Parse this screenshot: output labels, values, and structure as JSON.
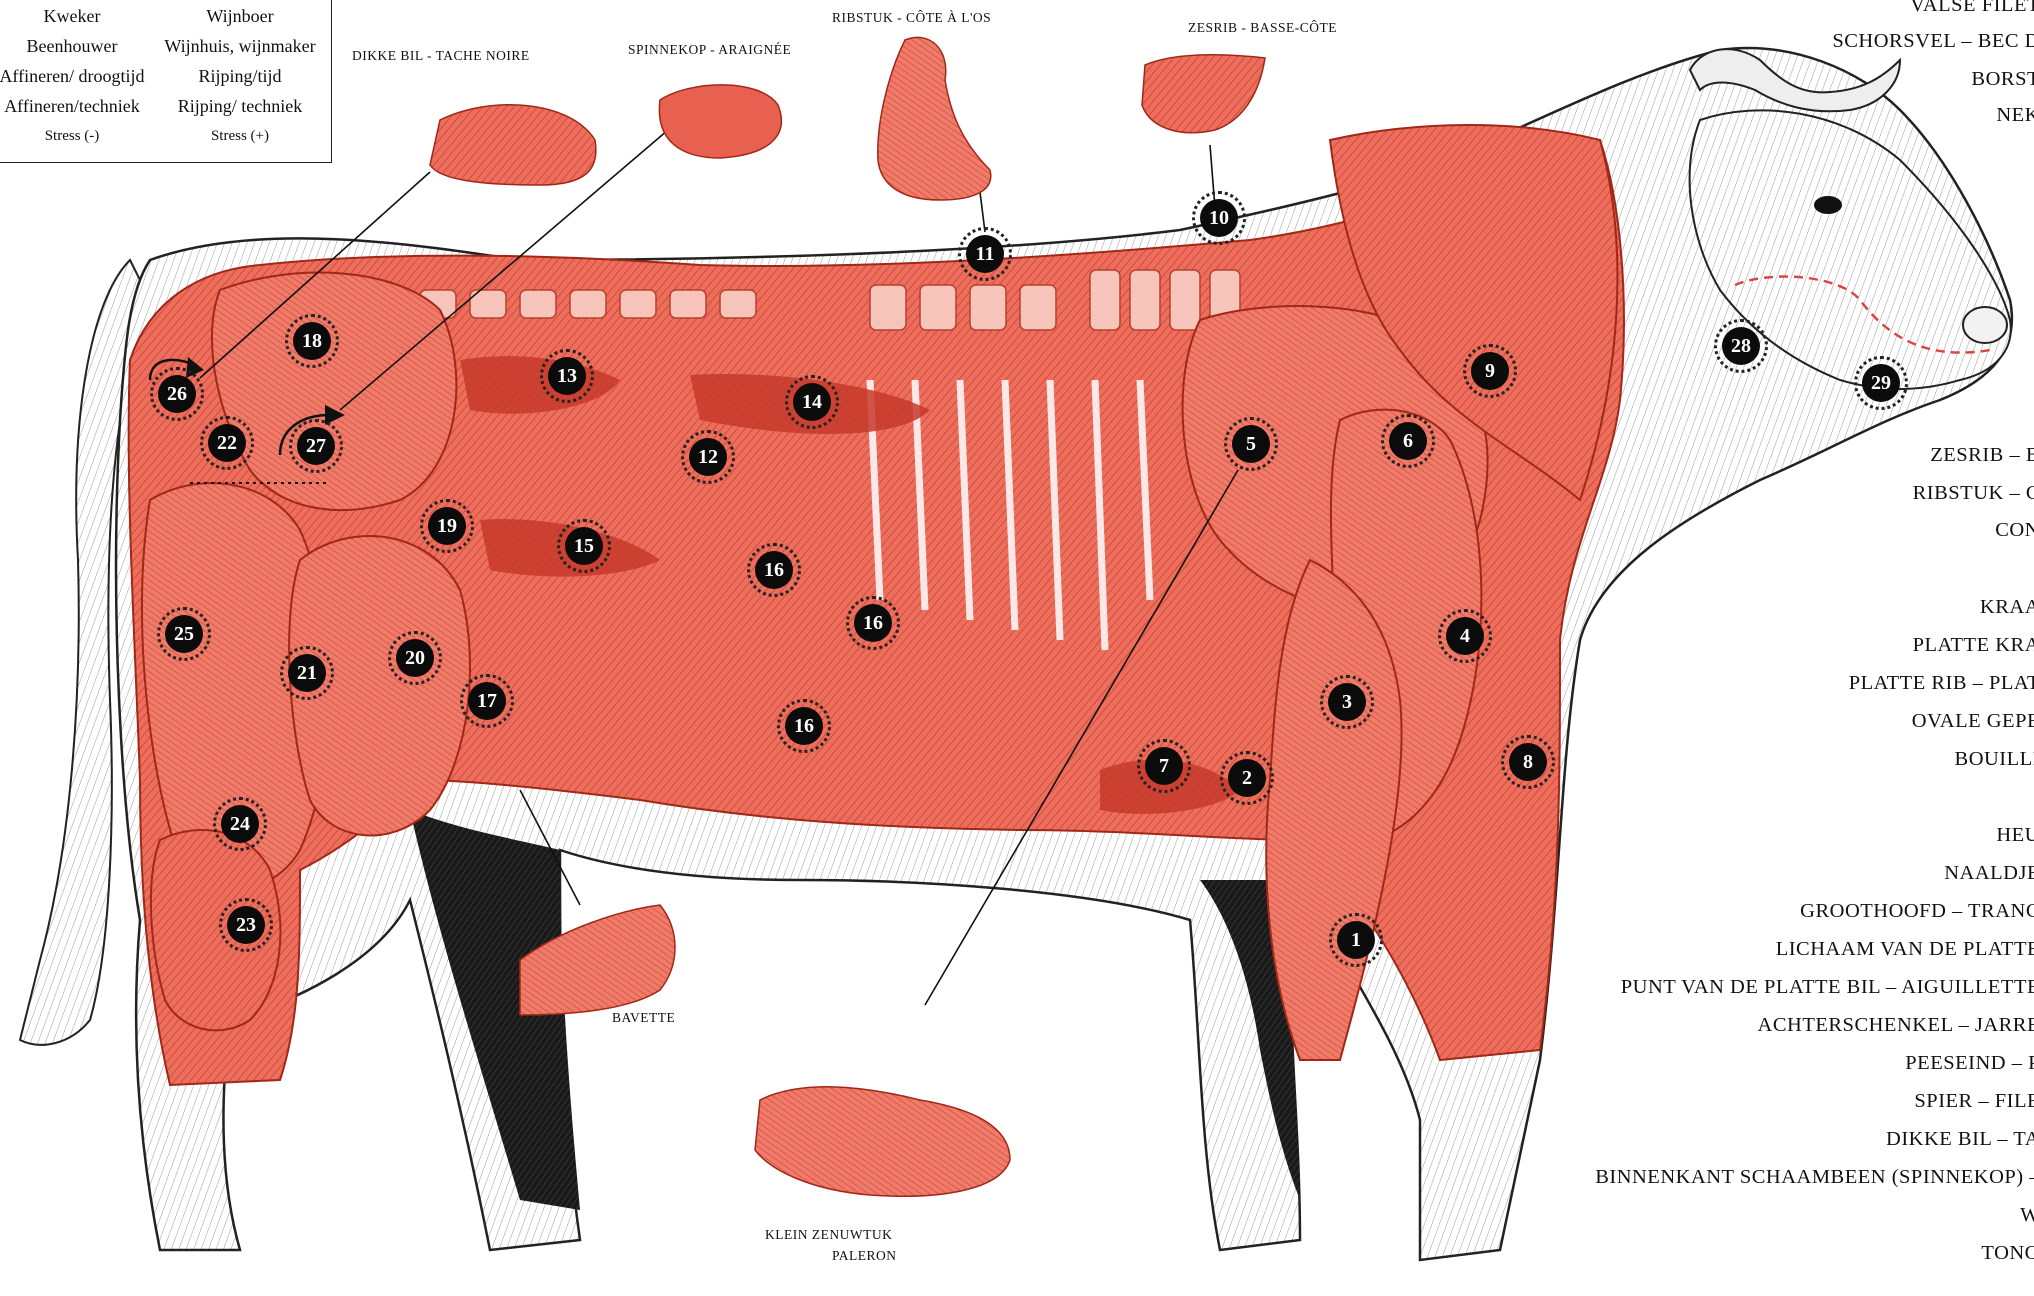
{
  "legend": {
    "left": [
      "Kweker",
      "Beenhouwer",
      "Affineren/ droogtijd",
      "Affineren/techniek",
      "Stress (-)"
    ],
    "right": [
      "Wijnboer",
      "Wijnhuis, wijnmaker",
      "Rijping/tijd",
      "Rijping/ techniek",
      "Stress (+)"
    ]
  },
  "cut_labels": {
    "dikke_bil": "DIKKE BIL  - TACHE NOIRE",
    "spinnekop": "SPINNEKOP - ARAIGNÉE",
    "ribstuk": "RIBSTUK - CÔTE À L'OS",
    "zesrib": "ZESRIB - BASSE-CÔTE",
    "bavette": "BAVETTE",
    "klein_zenuwtuk": "KLEIN ZENUWTUK",
    "paleron": "PALERON"
  },
  "side_list_top": [
    "VALSE FILET",
    "SCHORSVEL – BEC D",
    "BORST",
    "NEK"
  ],
  "side_list_mid": [
    "ZESRIB – B",
    "RIBSTUK – C",
    "CON"
  ],
  "side_list_lower": [
    "KRAA",
    "PLATTE KRA",
    "PLATTE RIB – PLAT",
    "OVALE GEPE",
    "BOUILLI"
  ],
  "side_list_bottom": [
    "HEU",
    "NAALDJE",
    "GROOTHOOFD – TRANC",
    "LICHAAM VAN DE PLATTE",
    "PUNT VAN DE PLATTE BIL – AIGUILLETTE",
    "ACHTERSCHENKEL – JARRE",
    "PEESEIND – P",
    "SPIER – FILE",
    "DIKKE BIL – TA",
    "BINNENKANT SCHAAMBEEN (SPINNEKOP) –",
    "W",
    "TONG"
  ],
  "markers": [
    "1",
    "2",
    "3",
    "4",
    "5",
    "6",
    "7",
    "8",
    "9",
    "10",
    "11",
    "12",
    "13",
    "14",
    "15",
    "16",
    "16",
    "16",
    "17",
    "18",
    "19",
    "20",
    "21",
    "22",
    "23",
    "24",
    "25",
    "26",
    "27",
    "28",
    "29"
  ],
  "colors": {
    "meat": "#e8604f",
    "meat_light": "#f3a596",
    "ink": "#111111",
    "hide": "#ffffff"
  }
}
